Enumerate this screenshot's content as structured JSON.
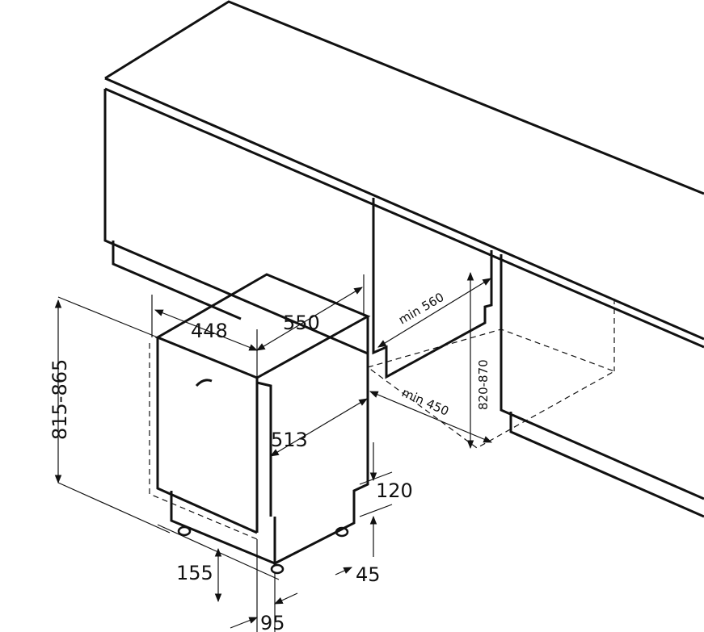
{
  "dimensions": {
    "width": "448",
    "depth": "550",
    "door_depth": "513",
    "height": "815-865",
    "niche_height": "820-870",
    "niche_depth": "min 560",
    "niche_width": "min 450",
    "plinth_height": "120",
    "foot_height": "45",
    "plinth_depth": "155",
    "door_offset": "95"
  }
}
